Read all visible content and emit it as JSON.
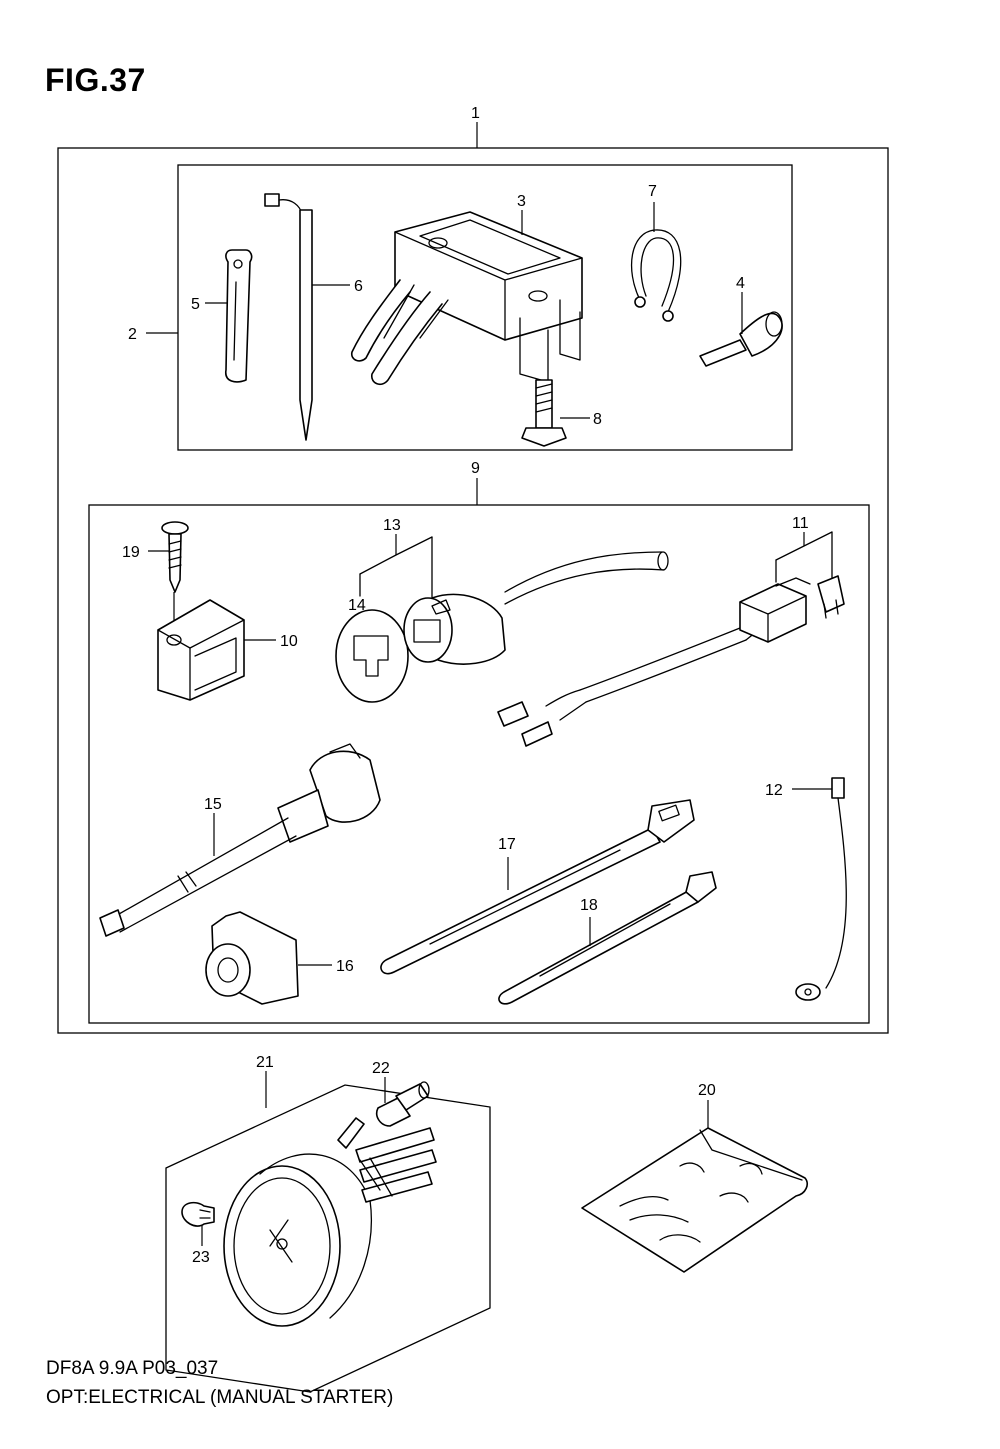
{
  "figure": {
    "title": "FIG.37",
    "code": "DF8A 9.9A P03_037",
    "description": "OPT:ELECTRICAL (MANUAL STARTER)"
  },
  "callouts": {
    "c1": "1",
    "c2": "2",
    "c3": "3",
    "c4": "4",
    "c5": "5",
    "c6": "6",
    "c7": "7",
    "c8": "8",
    "c9": "9",
    "c10": "10",
    "c11": "11",
    "c12": "12",
    "c13": "13",
    "c14": "14",
    "c15": "15",
    "c16": "16",
    "c17": "17",
    "c18": "18",
    "c19": "19",
    "c20": "20",
    "c21": "21",
    "c22": "22",
    "c23": "23"
  }
}
